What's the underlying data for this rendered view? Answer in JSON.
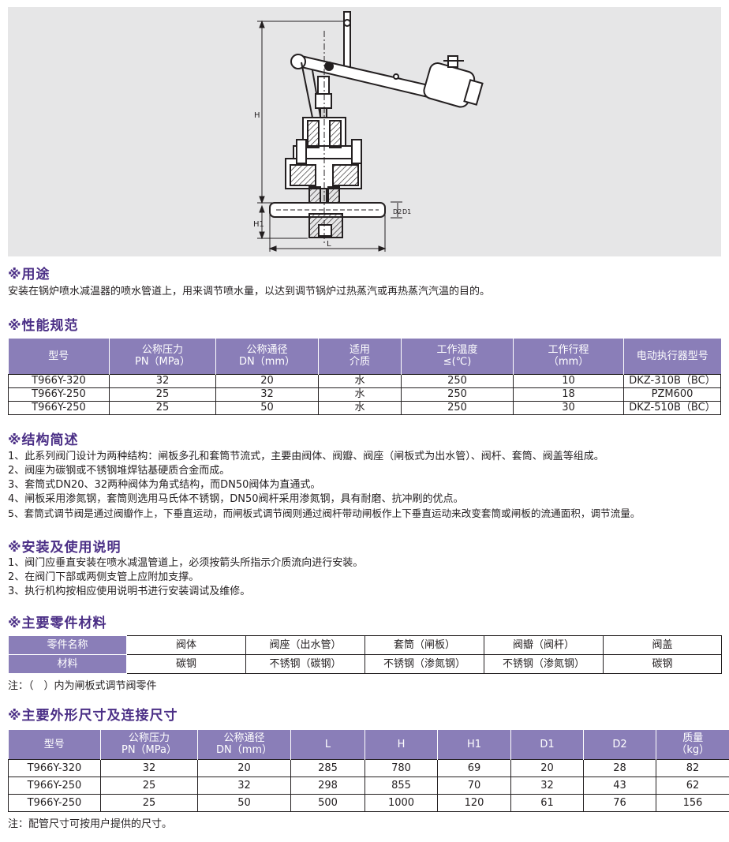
{
  "drawing": {
    "label_H": "H",
    "label_H1": "H1",
    "label_L": "L",
    "label_D1": "D1",
    "label_D2": "D2"
  },
  "usage": {
    "title": "※用途",
    "text": "安装在锅炉喷水减温器的喷水管道上，用来调节喷水量，以达到调节锅炉过热蒸汽或再热蒸汽汽温的目的。"
  },
  "performance": {
    "title": "※性能规范",
    "headers": [
      [
        "型号"
      ],
      [
        "公称压力",
        "PN（MPa）"
      ],
      [
        "公称通径",
        "DN（mm）"
      ],
      [
        "适用",
        "介质"
      ],
      [
        "工作温度",
        "≤(℃)"
      ],
      [
        "工作行程",
        "（mm）"
      ],
      [
        "电动执行器型号"
      ]
    ],
    "rows": [
      [
        "T966Y-320",
        "32",
        "20",
        "水",
        "250",
        "10",
        "DKZ-310B（BC）"
      ],
      [
        "T966Y-250",
        "25",
        "32",
        "水",
        "250",
        "18",
        "PZM600"
      ],
      [
        "T966Y-250",
        "25",
        "50",
        "水",
        "250",
        "30",
        "DKZ-510B（BC）"
      ]
    ]
  },
  "structure": {
    "title": "※结构简述",
    "items": [
      "1、此系列阀门设计为两种结构：闸板多孔和套筒节流式，主要由阀体、阀瓣、阀座（闸板式为出水管）、阀杆、套筒、阀盖等组成。",
      "2、阀座为碳钢或不锈钢堆焊钴基硬质合金而成。",
      "3、套筒式DN20、32两种阀体为角式结构，而DN50阀体为直通式。",
      "4、闸板采用渗氮钢，套筒则选用马氏体不锈钢，DN50阀杆采用渗氮钢，具有耐磨、抗冲刷的优点。",
      "5、套筒式调节阀是通过阀瓣作上，下垂直运动，而闸板式调节阀则通过阀杆带动闸板作上下垂直运动来改变套筒或闸板的流通面积，调节流量。"
    ]
  },
  "installation": {
    "title": "※安装及使用说明",
    "items": [
      "1、阀门应垂直安装在喷水减温管道上，必须按箭头所指示介质流向进行安装。",
      "2、在阀门下部或两侧支管上应附加支撑。",
      "3、执行机构按相应使用说明书进行安装调试及维修。"
    ]
  },
  "materials": {
    "title": "※主要零件材料",
    "row1": [
      "零件名称",
      "阀体",
      "阀座（出水管）",
      "套筒（闸板）",
      "阀瓣（阀杆）",
      "阀盖"
    ],
    "row2": [
      "材料",
      "碳钢",
      "不锈钢（碳钢）",
      "不锈钢（渗氮钢）",
      "不锈钢（渗氮钢）",
      "碳钢"
    ],
    "note": "注：（　）内为闸板式调节阀零件"
  },
  "dimensions": {
    "title": "※主要外形尺寸及连接尺寸",
    "headers": [
      [
        "型号"
      ],
      [
        "公称压力",
        "PN（MPa）"
      ],
      [
        "公称通径",
        "DN（mm）"
      ],
      [
        "L"
      ],
      [
        "H"
      ],
      [
        "H1"
      ],
      [
        "D1"
      ],
      [
        "D2"
      ],
      [
        "质量",
        "（kg）"
      ]
    ],
    "rows": [
      [
        "T966Y-320",
        "32",
        "20",
        "285",
        "780",
        "69",
        "20",
        "28",
        "82"
      ],
      [
        "T966Y-250",
        "25",
        "32",
        "298",
        "855",
        "70",
        "32",
        "43",
        "62"
      ],
      [
        "T966Y-250",
        "25",
        "50",
        "500",
        "1000",
        "120",
        "61",
        "76",
        "156"
      ]
    ],
    "note": "注：配管尺寸可按用户提供的尺寸。"
  },
  "colors": {
    "accent": "#4b2f86",
    "header_bg": "#8a7eb8",
    "figure_bg": "#e6e6e7"
  }
}
